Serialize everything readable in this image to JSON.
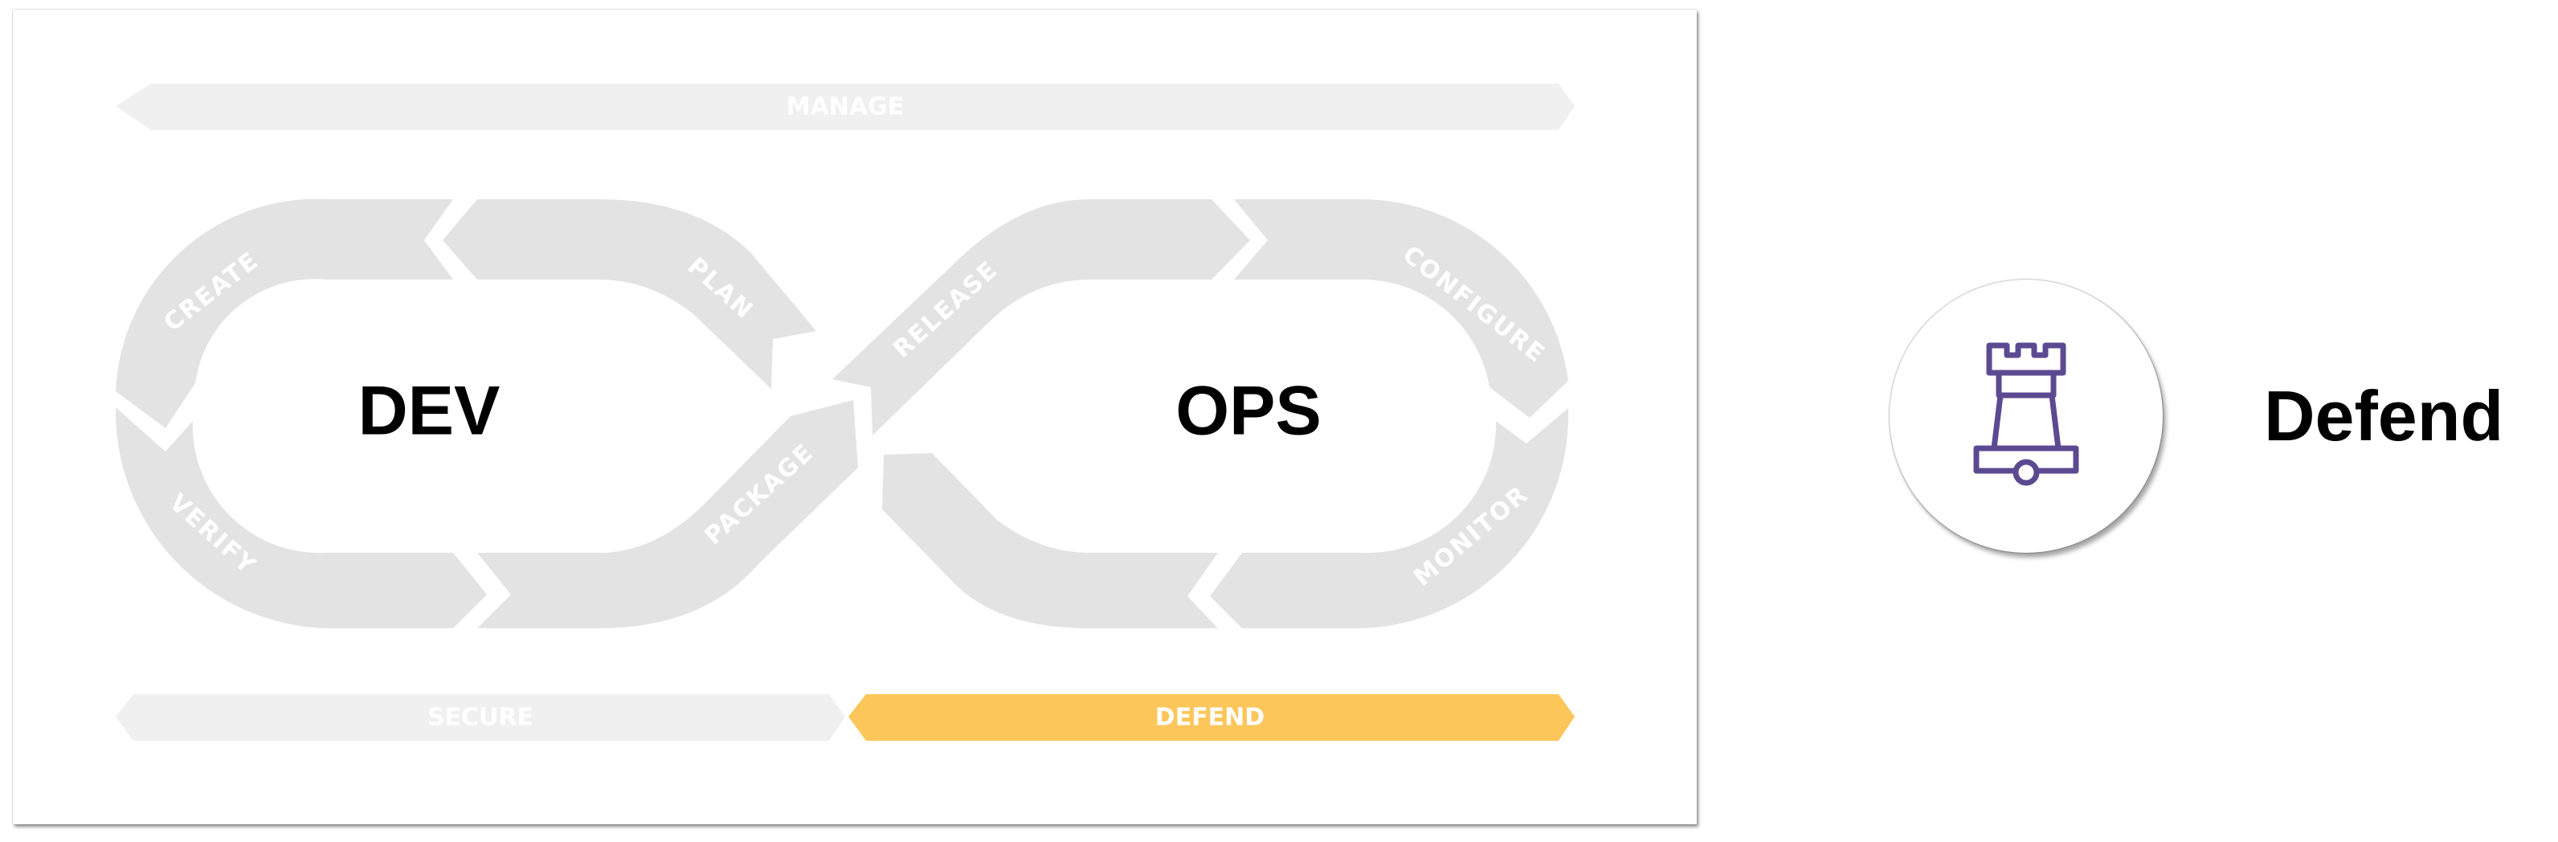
{
  "diagram": {
    "top_band": {
      "label": "MANAGE"
    },
    "loops": [
      {
        "title": "DEV"
      },
      {
        "title": "OPS"
      }
    ],
    "stages": [
      {
        "id": "create",
        "label": "CREATE"
      },
      {
        "id": "plan",
        "label": "PLAN"
      },
      {
        "id": "verify",
        "label": "VERIFY"
      },
      {
        "id": "package",
        "label": "PACKAGE"
      },
      {
        "id": "release",
        "label": "RELEASE"
      },
      {
        "id": "configure",
        "label": "CONFIGURE"
      },
      {
        "id": "monitor",
        "label": "MONITOR"
      }
    ],
    "bottom_bands": [
      {
        "label": "SECURE",
        "highlighted": false
      },
      {
        "label": "DEFEND",
        "highlighted": true
      }
    ],
    "colors": {
      "segment": "#e3e3e3",
      "band": "#f0f0f0",
      "band_text": "#ffffff",
      "highlight": "#fdc65a",
      "title_text": "#000000",
      "icon": "#5b4a91"
    }
  },
  "stage_card": {
    "icon": "castle-tower-icon",
    "heading": "Defend"
  }
}
